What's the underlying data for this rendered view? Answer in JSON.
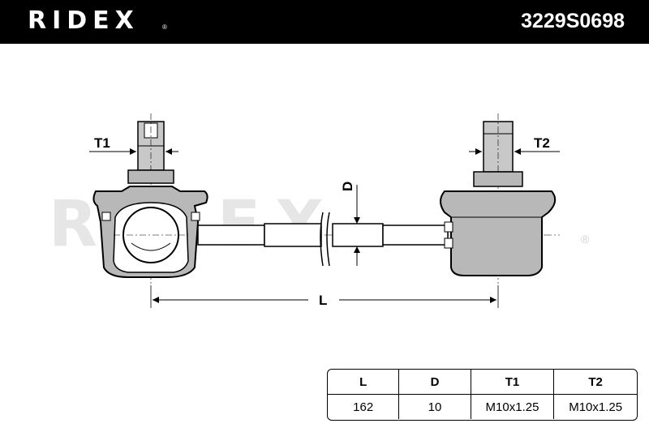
{
  "header": {
    "brand": "RIDEX",
    "brand_mark": "®",
    "part_number": "3229S0698"
  },
  "drawing": {
    "watermark": "RIDEX",
    "watermark_mark": "®",
    "label_t1": "T1",
    "label_t2": "T2",
    "label_d": "D",
    "label_l": "L"
  },
  "spec_table": {
    "columns": [
      "L",
      "D",
      "T1",
      "T2"
    ],
    "values": [
      "162",
      "10",
      "M10x1.25",
      "M10x1.25"
    ]
  },
  "colors": {
    "header_bg": "#000000",
    "part_fill": "#b8b8b8",
    "watermark": "#e6e6e6"
  }
}
